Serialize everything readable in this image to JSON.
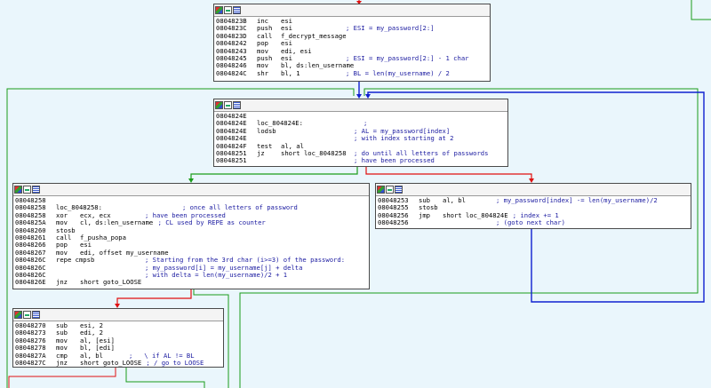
{
  "colors": {
    "background": "#eaf6fc",
    "edge_true": "#1a9c1a",
    "edge_false": "#e01010",
    "edge_uncond": "#1020d0",
    "comment": "#1a1aa0"
  },
  "blocks": [
    {
      "id": "block-decrypt",
      "lines": [
        {
          "addr": "0804823B",
          "mnem": "inc",
          "ops": "esi",
          "comment": ""
        },
        {
          "addr": "0804823C",
          "mnem": "push",
          "ops": "esi",
          "comment": "; ESI = my_password[2:]"
        },
        {
          "addr": "0804823D",
          "mnem": "call",
          "ops": "f_decrypt_message",
          "comment": ""
        },
        {
          "addr": "08048242",
          "mnem": "pop",
          "ops": "esi",
          "comment": ""
        },
        {
          "addr": "08048243",
          "mnem": "mov",
          "ops": "edi, esi",
          "comment": ""
        },
        {
          "addr": "08048245",
          "mnem": "push",
          "ops": "esi",
          "comment": "; ESI = my_password[2:] - 1 char"
        },
        {
          "addr": "08048246",
          "mnem": "mov",
          "ops": "bl, ds:len_username",
          "comment": ""
        },
        {
          "addr": "0804824C",
          "mnem": "shr",
          "ops": "bl, 1",
          "comment": "; BL = len(my_username) / 2"
        }
      ]
    },
    {
      "id": "block-loop",
      "lines": [
        {
          "addr": "0804824E",
          "mnem": "",
          "ops": "",
          "comment": ""
        },
        {
          "addr": "0804824E",
          "label": "loc_804824E:",
          "comment": ";"
        },
        {
          "addr": "0804824E",
          "mnem": "lodsb",
          "ops": "",
          "comment": "; AL = my_password[index]"
        },
        {
          "addr": "0804824E",
          "mnem": "",
          "ops": "",
          "comment": "; with index starting at 2"
        },
        {
          "addr": "0804824F",
          "mnem": "test",
          "ops": "al, al",
          "comment": ""
        },
        {
          "addr": "08048251",
          "mnem": "jz",
          "ops": "short loc_8048258",
          "comment": "; do until all letters of passwords"
        },
        {
          "addr": "08048251",
          "mnem": "",
          "ops": "",
          "comment": "; have been processed"
        }
      ]
    },
    {
      "id": "block-compare",
      "lines": [
        {
          "addr": "08048258",
          "mnem": "",
          "ops": "",
          "comment": ""
        },
        {
          "addr": "08048258",
          "label": "loc_8048258:",
          "comment": "; once all letters of password"
        },
        {
          "addr": "08048258",
          "mnem": "xor",
          "ops": "ecx, ecx",
          "comment": "; have been processed"
        },
        {
          "addr": "0804825A",
          "mnem": "mov",
          "ops": "cl, ds:len_username",
          "comment": "; CL used by REPE as counter"
        },
        {
          "addr": "08048260",
          "mnem": "stosb",
          "ops": "",
          "comment": ""
        },
        {
          "addr": "08048261",
          "mnem": "call",
          "ops": "f_pusha_popa",
          "comment": ""
        },
        {
          "addr": "08048266",
          "mnem": "pop",
          "ops": "esi",
          "comment": ""
        },
        {
          "addr": "08048267",
          "mnem": "mov",
          "ops": "edi, offset my_username",
          "comment": ""
        },
        {
          "addr": "0804826C",
          "mnem": "repe cmpsb",
          "ops": "",
          "comment": "; Starting from the 3rd char (i>=3) of the password:"
        },
        {
          "addr": "0804826C",
          "mnem": "",
          "ops": "",
          "comment": "; my_password[i] = my_username[j] + delta"
        },
        {
          "addr": "0804826C",
          "mnem": "",
          "ops": "",
          "comment": "; with delta = len(my_username)/2 + 1"
        },
        {
          "addr": "0804826E",
          "mnem": "jnz",
          "ops": "short goto_LOOSE",
          "comment": ""
        }
      ]
    },
    {
      "id": "block-sub",
      "lines": [
        {
          "addr": "08048253",
          "mnem": "sub",
          "ops": "al, bl",
          "comment": "; my_password[index] -= len(my_username)/2"
        },
        {
          "addr": "08048255",
          "mnem": "stosb",
          "ops": "",
          "comment": ""
        },
        {
          "addr": "08048256",
          "mnem": "jmp",
          "ops": "short loc_804824E",
          "comment": "; index += 1"
        },
        {
          "addr": "08048256",
          "mnem": "",
          "ops": "",
          "comment": "; (goto next char)"
        }
      ]
    },
    {
      "id": "block-check",
      "lines": [
        {
          "addr": "08048270",
          "mnem": "sub",
          "ops": "esi, 2",
          "comment": ""
        },
        {
          "addr": "08048273",
          "mnem": "sub",
          "ops": "edi, 2",
          "comment": ""
        },
        {
          "addr": "08048276",
          "mnem": "mov",
          "ops": "al, [esi]",
          "comment": ""
        },
        {
          "addr": "08048278",
          "mnem": "mov",
          "ops": "bl, [edi]",
          "comment": ""
        },
        {
          "addr": "0804827A",
          "mnem": "cmp",
          "ops": "al, bl",
          "comment": ";   \\ if AL != BL"
        },
        {
          "addr": "0804827C",
          "mnem": "jnz",
          "ops": "short goto_LOOSE",
          "comment": "; / go to LOOSE"
        }
      ]
    }
  ]
}
